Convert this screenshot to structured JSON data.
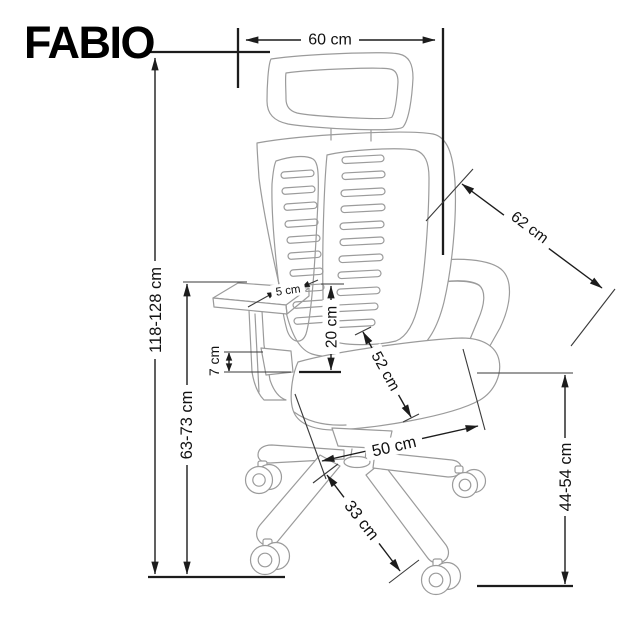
{
  "title": "FABIO",
  "unit": "cm",
  "colors": {
    "background": "#ffffff",
    "dimension_lines": "#1c1c1c",
    "chair_outline": "#9b9b9b",
    "title_text": "#000000"
  },
  "dimensions": {
    "top_width": "60 cm",
    "backrest_diagonal": "62 cm",
    "overall_height": "118-128 cm",
    "armrest_height": "63-73 cm",
    "armrest_pad": "5 cm",
    "armrest_depth": "7 cm",
    "backrest_gap": "20 cm",
    "seat_depth": "52 cm",
    "seat_width": "50 cm",
    "base_leg": "33 cm",
    "seat_height": "44-54 cm"
  }
}
